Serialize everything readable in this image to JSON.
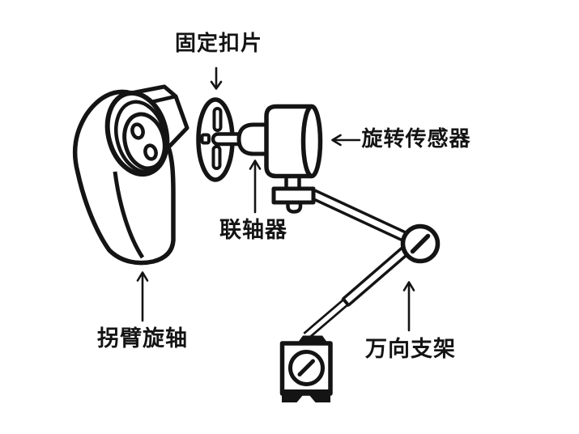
{
  "diagram": {
    "background_color": "#ffffff",
    "line_color": "#141414",
    "labels": {
      "fixing_clip": "固定扣片",
      "rotation_sensor": "旋转传感器",
      "coupling": "联轴器",
      "crank_arm_shaft": "拐臂旋轴",
      "universal_bracket": "万向支架"
    },
    "parts": [
      {
        "name": "fixing-clip",
        "label": "固定扣片",
        "pointer": "arrow-down"
      },
      {
        "name": "rotation-sensor",
        "label": "旋转传感器",
        "pointer": "arrow-left"
      },
      {
        "name": "coupling",
        "label": "联轴器",
        "pointer": "arrow-up"
      },
      {
        "name": "crank-arm-shaft",
        "label": "拐臂旋轴",
        "pointer": "arrow-up"
      },
      {
        "name": "universal-bracket",
        "label": "万向支架",
        "pointer": "arrow-up"
      }
    ]
  }
}
